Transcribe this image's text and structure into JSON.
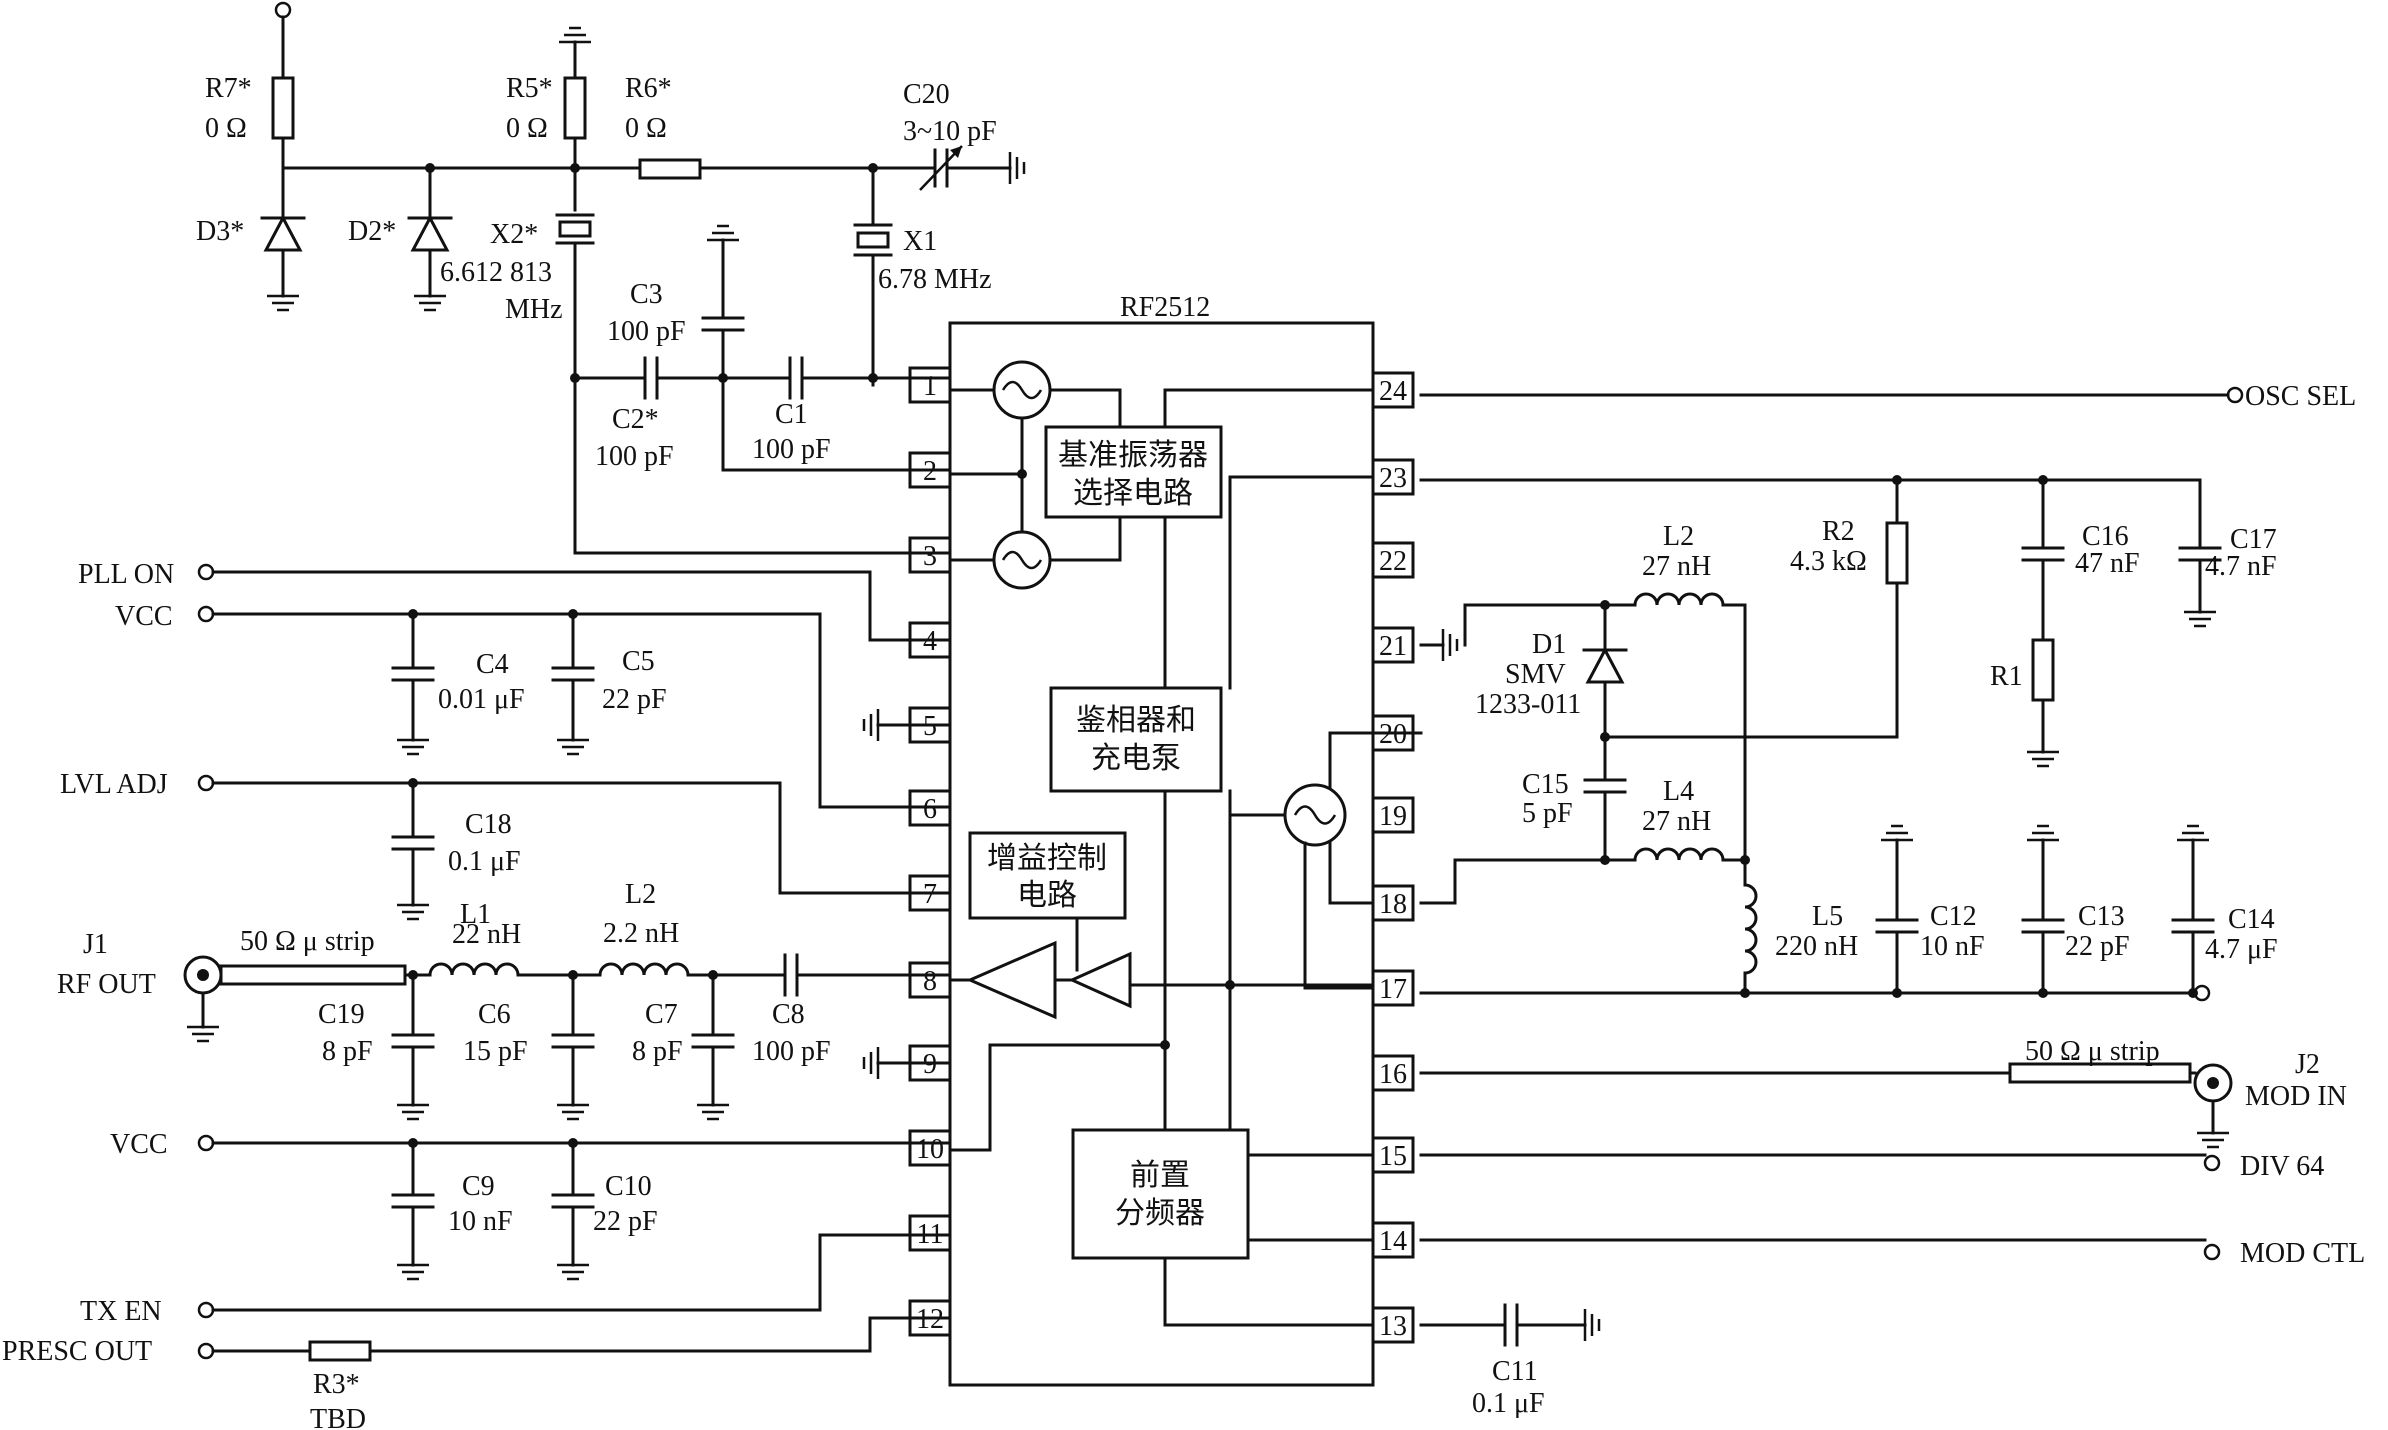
{
  "chip": {
    "name": "RF2512"
  },
  "pins": [
    "1",
    "2",
    "3",
    "4",
    "5",
    "6",
    "7",
    "8",
    "9",
    "10",
    "11",
    "12",
    "13",
    "14",
    "15",
    "16",
    "17",
    "18",
    "19",
    "20",
    "21",
    "22",
    "23",
    "24"
  ],
  "blocks": {
    "ref_osc_select": [
      "基准振荡器",
      "选择电路"
    ],
    "phase_detector": [
      "鉴相器和",
      "充电泵"
    ],
    "gain_control": [
      "增益控制",
      "电路"
    ],
    "prescaler": [
      "前置",
      "分频器"
    ]
  },
  "terminals": {
    "osc_sel": "OSC SEL",
    "pll_on": "PLL ON",
    "vcc_1": "VCC",
    "lvl_adj": "LVL ADJ",
    "vcc_2": "VCC",
    "tx_en": "TX EN",
    "presc_out": "PRESC OUT",
    "div64": "DIV 64",
    "mod_ctl": "MOD CTL",
    "j1": [
      "J1",
      "RF OUT"
    ],
    "j2": [
      "J2",
      "MOD IN"
    ]
  },
  "components": {
    "R7": [
      "R7*",
      "0 Ω"
    ],
    "R5": [
      "R5*",
      "0 Ω"
    ],
    "R6": [
      "R6*",
      "0 Ω"
    ],
    "C20": [
      "C20",
      "3~10 pF"
    ],
    "D3": "D3*",
    "D2": "D2*",
    "X2": [
      "X2*",
      "6.612 813",
      "MHz"
    ],
    "X1": [
      "X1",
      "6.78 MHz"
    ],
    "C3": [
      "C3",
      "100 pF"
    ],
    "C2": [
      "C2*",
      "100 pF"
    ],
    "C1": [
      "C1",
      "100 pF"
    ],
    "C4": [
      "C4",
      "0.01 μF"
    ],
    "C5": [
      "C5",
      "22 pF"
    ],
    "C18": [
      "C18",
      "0.1 μF"
    ],
    "L1": [
      "L1",
      "22 nH"
    ],
    "L2a": [
      "L2",
      "2.2 nH"
    ],
    "strip1": "50 Ω μ strip",
    "C19": [
      "C19",
      "8 pF"
    ],
    "C6": [
      "C6",
      "15 pF"
    ],
    "C7": [
      "C7",
      "8 pF"
    ],
    "C8": [
      "C8",
      "100 pF"
    ],
    "C9": [
      "C9",
      "10 nF"
    ],
    "C10": [
      "C10",
      "22 pF"
    ],
    "R3": [
      "R3*",
      "TBD"
    ],
    "C11": [
      "C11",
      "0.1 μF"
    ],
    "L2b": [
      "L2",
      "27 nH"
    ],
    "D1": [
      "D1",
      "SMV",
      "1233-011"
    ],
    "R2": [
      "R2",
      "4.3 kΩ"
    ],
    "C16": [
      "C16",
      "47 nF"
    ],
    "C17": [
      "C17",
      "4.7 nF"
    ],
    "R1": "R1",
    "C15": [
      "C15",
      "5 pF"
    ],
    "L4": [
      "L4",
      "27 nH"
    ],
    "L5": [
      "L5",
      "220 nH"
    ],
    "C12": [
      "C12",
      "10 nF"
    ],
    "C13": [
      "C13",
      "22 pF"
    ],
    "C14": [
      "C14",
      "4.7 μF"
    ],
    "strip2": "50 Ω μ strip"
  }
}
